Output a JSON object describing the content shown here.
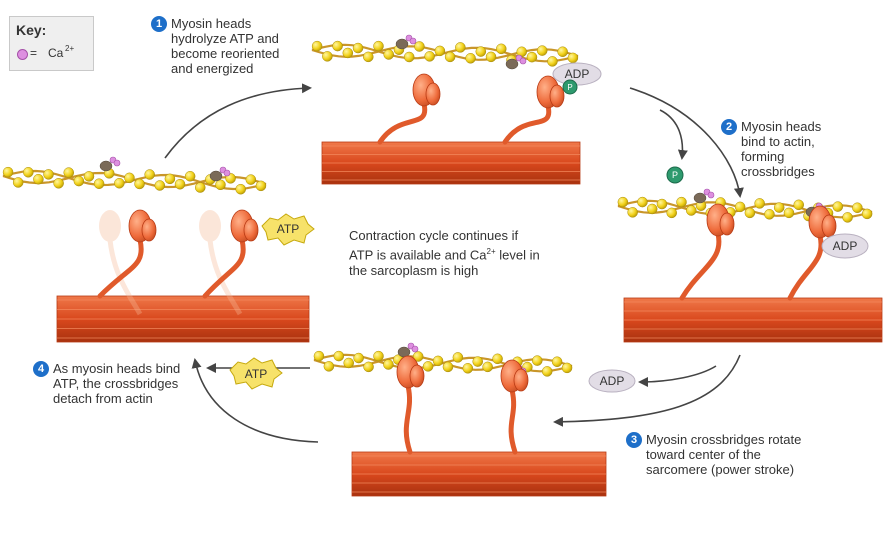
{
  "key": {
    "title": "Key:",
    "equals": "=",
    "ion": "Ca",
    "charge": "2+",
    "ion_color": "#dd8fe0"
  },
  "steps": [
    {
      "number": "1",
      "text": "Myosin heads hydrolyze ATP and become reoriented and energized"
    },
    {
      "number": "2",
      "text": "Myosin heads bind to actin, forming crossbridges"
    },
    {
      "number": "3",
      "text": "Myosin crossbridges rotate toward center of the sarcomere (power stroke)"
    },
    {
      "number": "4",
      "text": "As myosin heads bind ATP, the crossbridges detach from actin"
    }
  ],
  "center_note": {
    "line1": "Contraction cycle continues if",
    "line2a": "ATP is available and Ca",
    "line2sup": "2+",
    "line2b": " level in",
    "line3": "the sarcoplasm is high"
  },
  "molecules": {
    "atp": "ATP",
    "adp": "ADP",
    "phosphate": "P"
  },
  "colors": {
    "myosin": "#e05a2b",
    "myosin_dark": "#b83a14",
    "actin_bead": "#f2d21a",
    "actin_strand": "#c9962a",
    "tropomyosin": "#7a6a58",
    "step_badge": "#1e6fc9",
    "arrow": "#444444",
    "atp_burst": "#f7e26a",
    "adp_ellipse": "#e2dde6",
    "phosphate": "#2e9a6e"
  }
}
